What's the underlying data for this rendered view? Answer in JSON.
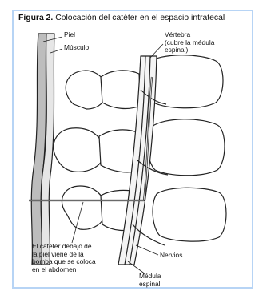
{
  "figure": {
    "number": "Figura 2.",
    "caption": "Colocación del catéter en el espacio intratecal",
    "border_color": "#b7d4f5"
  },
  "labels": {
    "skin": "Piel",
    "muscle": "Músculo",
    "vertebra": "Vértebra\n(cubre la médula\nespinal)",
    "catheter": "El catéter debajo de\nla piel viene de la\nbomba que se coloca\nen el abdomen",
    "nerves": "Nervios",
    "spinal_cord": "Médula\nespinal"
  }
}
